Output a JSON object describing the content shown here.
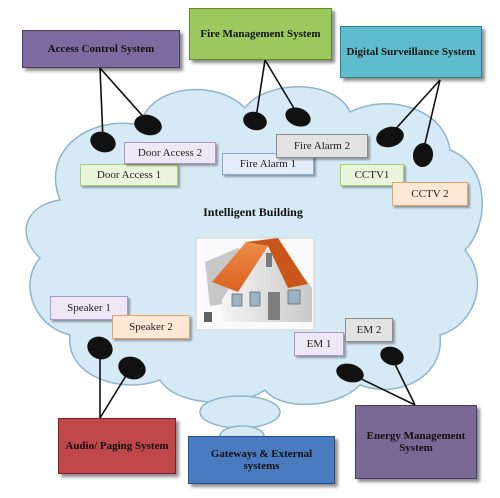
{
  "center_label": "Intelligent Building",
  "systems": {
    "access_control": "Access Control System",
    "fire_management": "Fire Management System",
    "digital_surveillance": "Digital Surveillance System",
    "audio_paging": "Audio/ Paging System",
    "gateways": "Gateways & External systems",
    "energy_management": "Energy Management System"
  },
  "devices": {
    "door_access_1": "Door Access 1",
    "door_access_2": "Door Access 2",
    "fire_alarm_1": "Fire Alarm 1",
    "fire_alarm_2": "Fire Alarm 2",
    "cctv1": "CCTV1",
    "cctv2": "CCTV 2",
    "speaker1": "Speaker 1",
    "speaker2": "Speaker 2",
    "em1": "EM 1",
    "em2": "EM 2"
  },
  "colors": {
    "cloud_fill": "#d6eaf5",
    "cloud_stroke": "#8fb5cc",
    "access_control": "#7e6a9f",
    "fire_management": "#9cc85e",
    "digital_surveillance": "#5fbccd",
    "audio_paging": "#c0474a",
    "gateways": "#4a7bc0",
    "energy_management": "#7a6895"
  }
}
